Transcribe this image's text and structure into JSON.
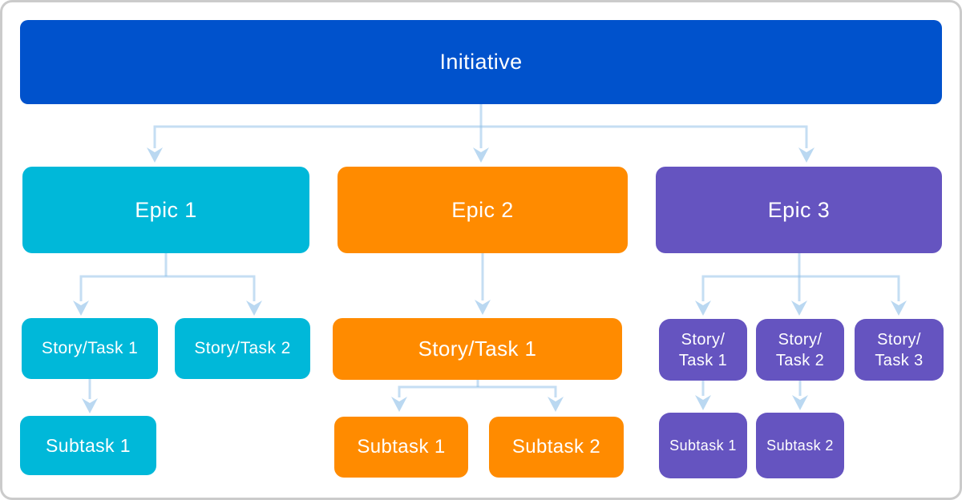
{
  "diagram": {
    "kind": "work-item-hierarchy",
    "frame": {
      "background": "#FFFFFF",
      "border_color": "#CBCBCB"
    },
    "palette": {
      "initiative_blue": "#0052CC",
      "epic1_cyan": "#00B8D9",
      "epic2_orange": "#FF8B00",
      "epic3_purple": "#6554C0",
      "connector_light_blue": "#8CBEE8",
      "label_text": "#FFFFFF"
    },
    "nodes": {
      "initiative": {
        "label": "Initiative"
      },
      "epic1": {
        "label": "Epic 1"
      },
      "epic2": {
        "label": "Epic 2"
      },
      "epic3": {
        "label": "Epic 3"
      },
      "epic1_story1": {
        "label": "Story/Task 1"
      },
      "epic1_story2": {
        "label": "Story/Task 2"
      },
      "epic1_subtask1": {
        "label": "Subtask 1"
      },
      "epic2_story1": {
        "label": "Story/Task 1"
      },
      "epic2_subtask1": {
        "label": "Subtask 1"
      },
      "epic2_subtask2": {
        "label": "Subtask 2"
      },
      "epic3_story1": {
        "label": "Story/Task 1",
        "lines": [
          "Story/",
          "Task 1"
        ]
      },
      "epic3_story2": {
        "label": "Story/Task 2",
        "lines": [
          "Story/",
          "Task 2"
        ]
      },
      "epic3_story3": {
        "label": "Story/Task 3",
        "lines": [
          "Story/",
          "Task 3"
        ]
      },
      "epic3_subtask1": {
        "label": "Subtask 1"
      },
      "epic3_subtask2": {
        "label": "Subtask 2"
      }
    },
    "edges": [
      [
        "initiative",
        "epic1"
      ],
      [
        "initiative",
        "epic2"
      ],
      [
        "initiative",
        "epic3"
      ],
      [
        "epic1",
        "epic1_story1"
      ],
      [
        "epic1",
        "epic1_story2"
      ],
      [
        "epic1_story1",
        "epic1_subtask1"
      ],
      [
        "epic2",
        "epic2_story1"
      ],
      [
        "epic2_story1",
        "epic2_subtask1"
      ],
      [
        "epic2_story1",
        "epic2_subtask2"
      ],
      [
        "epic3",
        "epic3_story1"
      ],
      [
        "epic3",
        "epic3_story2"
      ],
      [
        "epic3",
        "epic3_story3"
      ],
      [
        "epic3_story1",
        "epic3_subtask1"
      ],
      [
        "epic3_story2",
        "epic3_subtask2"
      ]
    ]
  }
}
